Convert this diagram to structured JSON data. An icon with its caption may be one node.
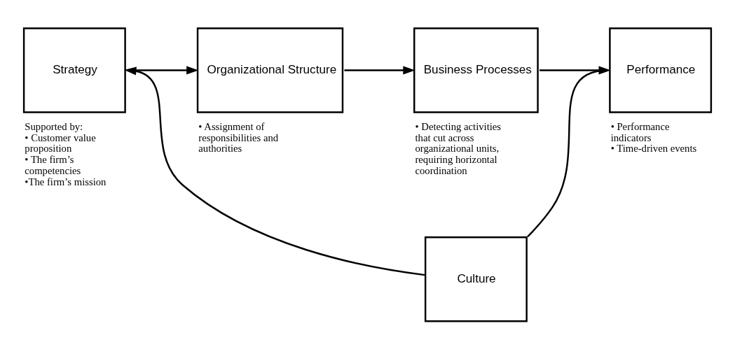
{
  "diagram": {
    "nodes": [
      {
        "text": [
          "Strategy"
        ],
        "beside": [
          "Supported by:",
          "• Customer value proposition",
          "• The firm’s competencies",
          "•The firm’s mission"
        ]
      },
      {
        "text": [
          "Organizational Structure"
        ],
        "beside": [
          "• Assignment of responsibilities and authorities"
        ]
      },
      {
        "text": [
          "Business Processes"
        ],
        "beside": [
          "• Detecting activities that cut across organizational units, requiring horizontal coordination"
        ]
      },
      {
        "text": [
          "Performance"
        ],
        "beside": [
          "• Performance indicators",
          "• Time-driven events"
        ]
      },
      {
        "text": [
          "Culture"
        ]
      }
    ],
    "edges": [
      {
        "from": 0,
        "to": 1,
        "arrow": "to"
      },
      {
        "from": 1,
        "to": 2,
        "arrow": "to"
      },
      {
        "from": 2,
        "to": 3,
        "arrow": "to"
      },
      {
        "from": 3,
        "to": 4,
        "arrow": "none"
      },
      {
        "from": 4,
        "to": 0,
        "arrow": "to"
      }
    ]
  }
}
